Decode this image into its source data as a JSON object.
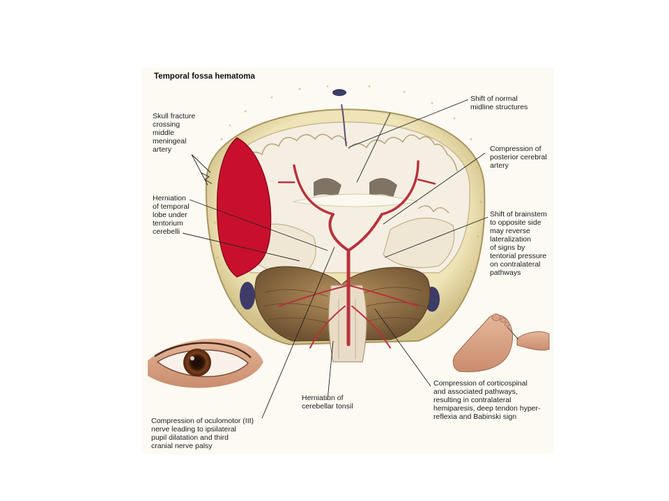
{
  "title": "Temporal fossa hematoma",
  "labels": {
    "skull_fracture": "Skull fracture\ncrossing\nmiddle\nmeningeal\nartery",
    "herniation_temporal": "Herniation\nof temporal\nlobe under\ntentorium\ncerebelli",
    "shift_midline": "Shift of normal\nmidline structures",
    "compression_pca": "Compression of\nposterior cerebral\nartery",
    "shift_brainstem": "Shift of brainstem\nto opposite side\nmay reverse\nlateralization\nof signs by\ntentorial pressure\non contralateral\npathways",
    "herniation_tonsil": "Herniation of\ncerebellar tonsil",
    "compression_corticospinal": "Compression of corticospinal\nand associated pathways,\nresulting in contralateral\nhemiparesis, deep tendon hyper-\nreflexia and Babinski sign",
    "compression_oculomotor": "Compression of oculomotor (III)\nnerve leading to ipsilateral\npupil dilatation and third\ncranial nerve palsy"
  },
  "colors": {
    "hematoma": "#c8102e",
    "artery": "#b8323c",
    "skull": "#e6d9a8",
    "white_matter": "#f4efe2",
    "cortex": "#d9c8a8",
    "cerebellum": "#9a7a52",
    "sinus": "#3a3a6a"
  }
}
